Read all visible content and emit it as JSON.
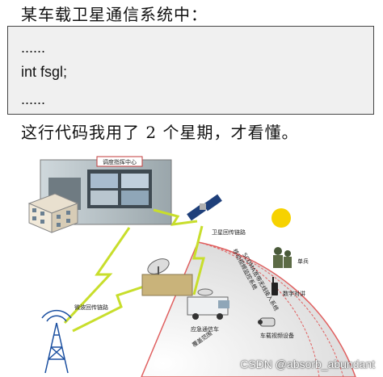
{
  "header": {
    "title": "某车载卫星通信系统中："
  },
  "code": {
    "line1": "......",
    "line2": "int    fsgl;",
    "line3": "......"
  },
  "caption": "这行代码我用了 2 个星期，才看懂。",
  "diagram": {
    "center_title": "调度指挥中心",
    "satellite_link": "卫星回传链路",
    "microwave_link": "微波回传链路",
    "vehicle": "应急通信车",
    "soldier": "单兵",
    "radio": "数字对讲",
    "camera": "车载视频设备",
    "arc_text_1": "SCDMA宽带无线接入系统",
    "arc_text_2": "移动视频监控系统",
    "arc_text_3": "覆盖范围"
  },
  "watermark": "CSDN @absorb_abundant"
}
